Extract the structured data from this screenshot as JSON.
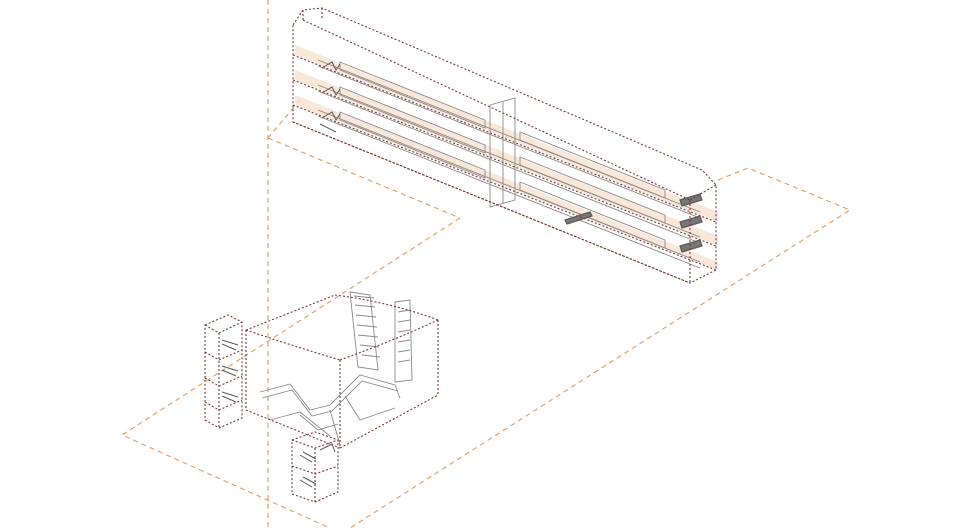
{
  "diagram": {
    "type": "axonometric-architectural-drawing",
    "labels": [],
    "colors": {
      "background": "#ffffff",
      "dashed_orange": "#e79a5a",
      "dotted_brown": "#7a3a32",
      "light_fill": "#f9e3d2",
      "gray_line": "#8a8a8a",
      "dark_gray": "#5a5a5a"
    },
    "components": [
      "site-guide-lines",
      "upper-platform-block",
      "lower-stair-block",
      "left-stair-tower",
      "bottom-stair-tower"
    ]
  }
}
